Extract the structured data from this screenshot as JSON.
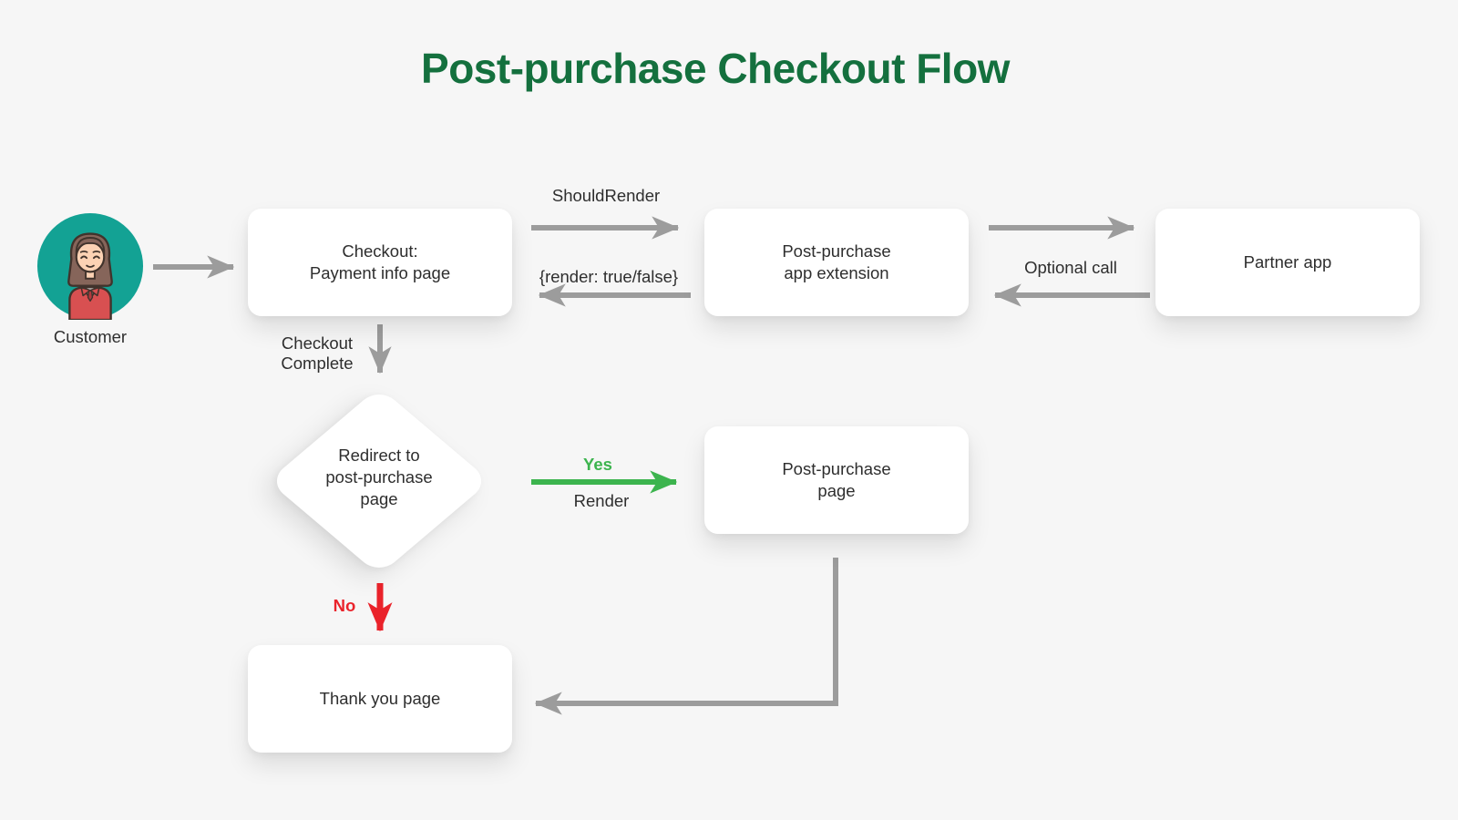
{
  "title": "Post-purchase Checkout Flow",
  "colors": {
    "background": "#f6f6f6",
    "title_green": "#14703e",
    "arrow_gray": "#9c9c9c",
    "arrow_green": "#3cb44e",
    "arrow_red": "#ea232b",
    "avatar_teal": "#13a294",
    "node_text": "#2e2e2e"
  },
  "actor": {
    "label": "Customer"
  },
  "nodes": {
    "checkout": {
      "lines": [
        "Checkout:",
        "Payment info page"
      ]
    },
    "app_extension": {
      "lines": [
        "Post-purchase",
        "app extension"
      ]
    },
    "partner_app": {
      "lines": [
        "Partner app"
      ]
    },
    "decision": {
      "lines": [
        "Redirect to",
        "post-purchase",
        "page"
      ]
    },
    "post_purchase_page": {
      "lines": [
        "Post-purchase",
        "page"
      ]
    },
    "thank_you_page": {
      "lines": [
        "Thank you page"
      ]
    }
  },
  "edge_labels": {
    "should_render": "ShouldRender",
    "render_response": "{render: true/false}",
    "optional_call": "Optional call",
    "checkout_complete_line1": "Checkout",
    "checkout_complete_line2": "Complete",
    "yes": "Yes",
    "render": "Render",
    "no": "No"
  }
}
